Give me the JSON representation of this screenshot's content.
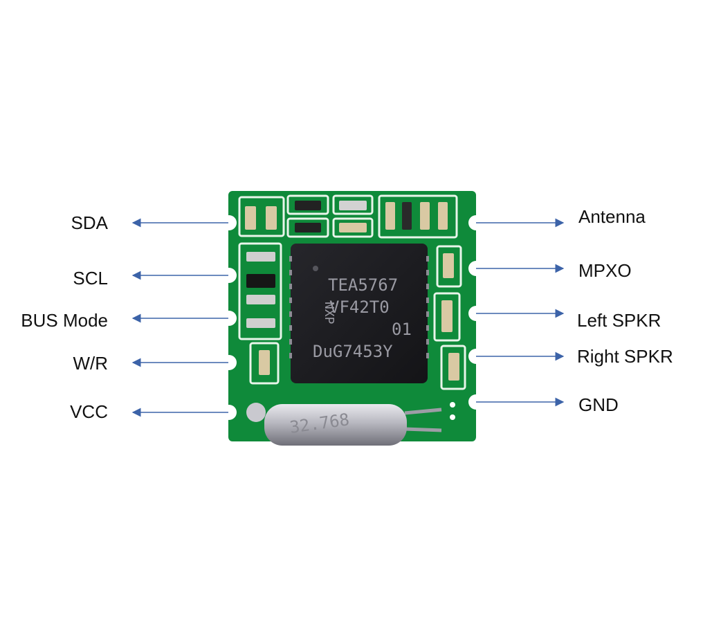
{
  "module": {
    "chip_marking": [
      "TEA5767",
      "VF42T0",
      "01",
      "DuG7453Y"
    ],
    "chip_logo_text": "NXP",
    "crystal_marking": "32.768",
    "colors": {
      "pcb": "#0f8a3a",
      "silkscreen": "#ffffff",
      "chip": "#1b1b1f",
      "chip_text": "#9a9aa3",
      "arrow": "#3c63a8"
    }
  },
  "pins_left": [
    {
      "label": "SDA"
    },
    {
      "label": "SCL"
    },
    {
      "label": "BUS Mode"
    },
    {
      "label": "W/R"
    },
    {
      "label": "VCC"
    }
  ],
  "pins_right": [
    {
      "label": "Antenna"
    },
    {
      "label": "MPXO"
    },
    {
      "label": "Left SPKR"
    },
    {
      "label": "Right SPKR"
    },
    {
      "label": "GND"
    }
  ]
}
